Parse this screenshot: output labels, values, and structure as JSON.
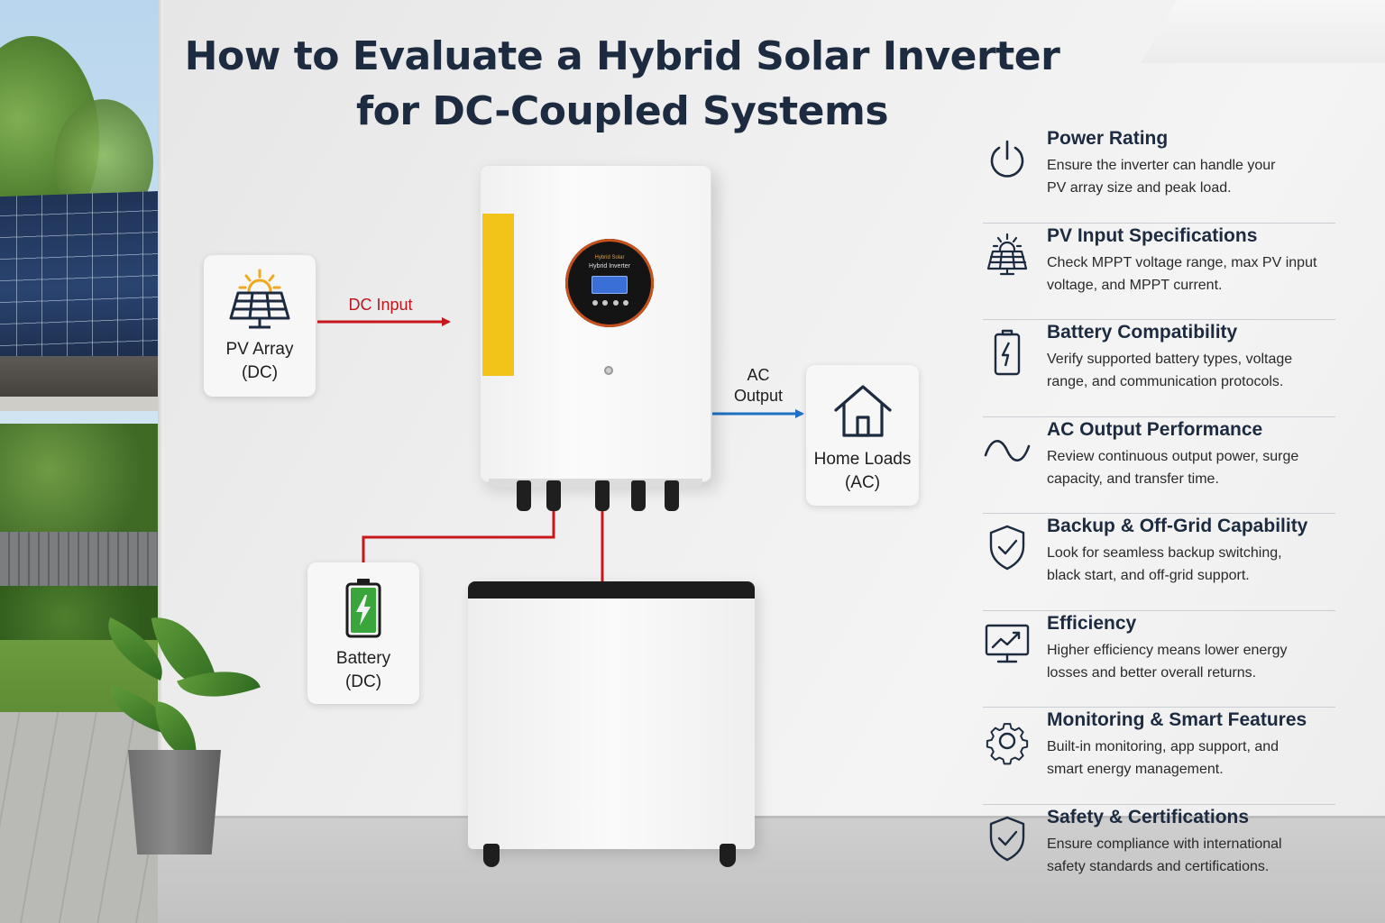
{
  "title": {
    "line1": "How to Evaluate a Hybrid Solar Inverter",
    "line2": "for DC-Coupled Systems"
  },
  "components": {
    "pv_array": {
      "line1": "PV Array",
      "line2": "(DC)",
      "icon": "solar-panel-icon"
    },
    "battery": {
      "line1": "Battery",
      "line2": "(DC)",
      "icon": "battery-icon"
    },
    "home_loads": {
      "line1": "Home Loads",
      "line2": "(AC)",
      "icon": "house-icon"
    }
  },
  "inverter": {
    "brand": "Hybrid Solar",
    "name": "Hybrid Inverter"
  },
  "connections": {
    "dc_input": "DC Input",
    "ac_output_line1": "AC",
    "ac_output_line2": "Output"
  },
  "colors": {
    "dc_wire": "#c8161d",
    "ac_wire": "#1f6fc4",
    "title": "#1c2b40",
    "inverter_stripe": "#f2c419",
    "battery_green": "#3aa53a"
  },
  "criteria": [
    {
      "icon": "power-icon",
      "title": "Power Rating",
      "line1": "Ensure the inverter can handle your",
      "line2": "PV array size and peak load."
    },
    {
      "icon": "solar-panel-icon",
      "title": "PV Input Specifications",
      "line1": "Check MPPT voltage range, max PV input",
      "line2": "voltage, and MPPT current."
    },
    {
      "icon": "battery-icon",
      "title": "Battery Compatibility",
      "line1": "Verify supported battery types, voltage",
      "line2": "range, and communication protocols."
    },
    {
      "icon": "sine-wave-icon",
      "title": "AC Output Performance",
      "line1": "Review continuous output power, surge",
      "line2": "capacity, and transfer time."
    },
    {
      "icon": "shield-check-icon",
      "title": "Backup & Off-Grid Capability",
      "line1": "Look for seamless backup switching,",
      "line2": "black start, and off-grid support."
    },
    {
      "icon": "monitor-chart-icon",
      "title": "Efficiency",
      "line1": "Higher efficiency means lower energy",
      "line2": "losses and better overall returns."
    },
    {
      "icon": "gear-icon",
      "title": "Monitoring & Smart Features",
      "line1": "Built-in monitoring, app support, and",
      "line2": "smart energy management."
    },
    {
      "icon": "shield-check-icon",
      "title": "Safety & Certifications",
      "line1": "Ensure compliance with international",
      "line2": "safety standards and certifications."
    }
  ]
}
